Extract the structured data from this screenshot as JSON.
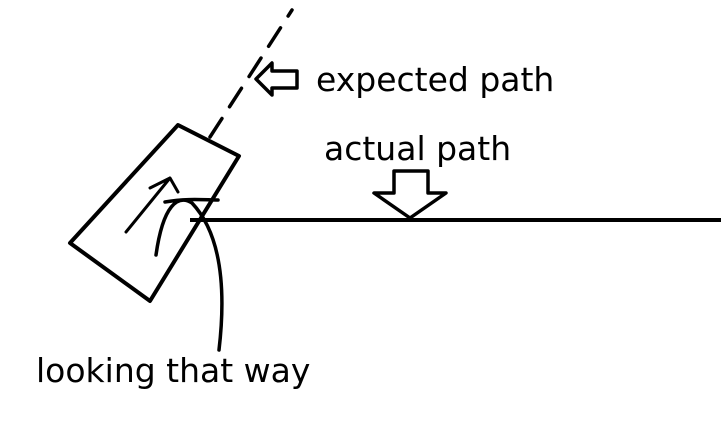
{
  "labels": {
    "expected_path": "expected path",
    "actual_path": "actual path",
    "looking_that_way": "looking that way"
  },
  "colors": {
    "ink": "#000000",
    "background": "#ffffff"
  }
}
